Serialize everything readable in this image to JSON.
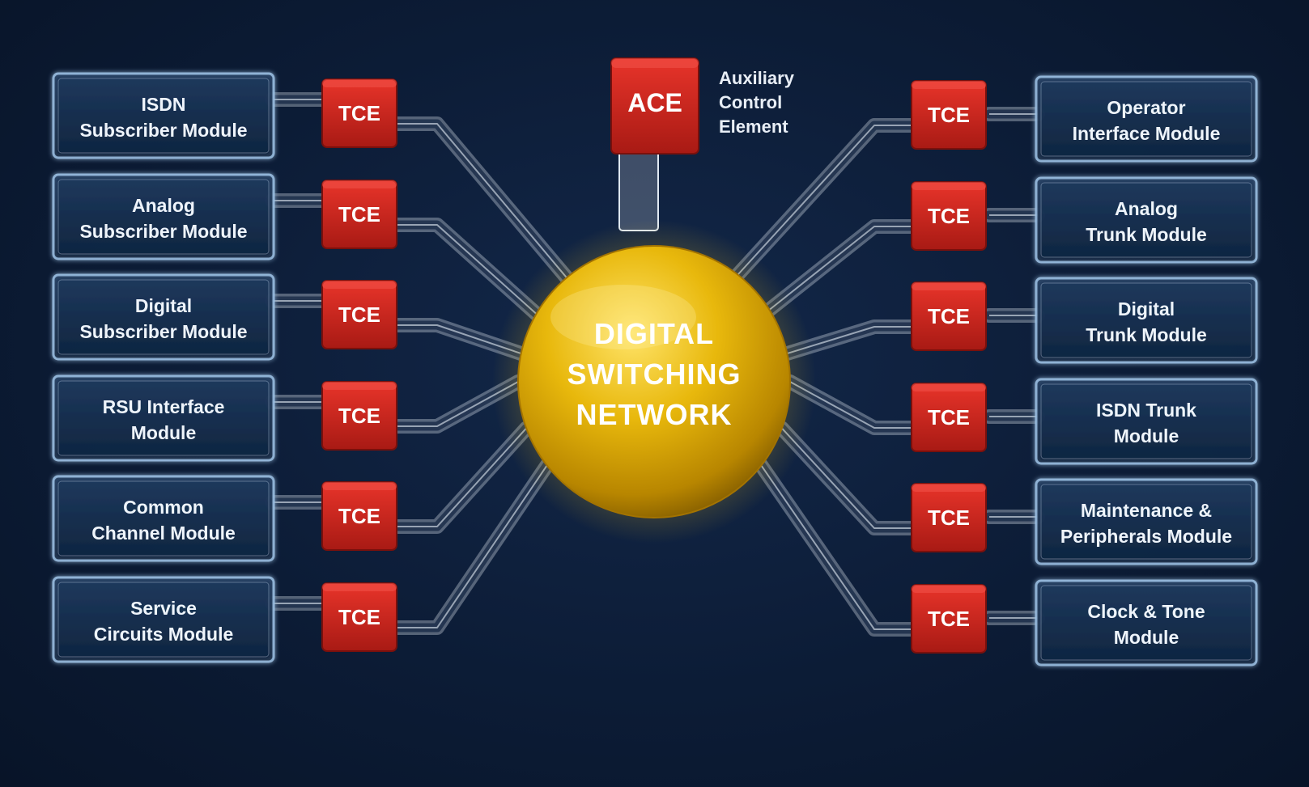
{
  "hub": {
    "lines": [
      "DIGITAL",
      "SWITCHING",
      "NETWORK"
    ]
  },
  "ace": {
    "label": "ACE",
    "description_lines": [
      "Auxiliary",
      "Control",
      "Element"
    ]
  },
  "tce_label": "TCE",
  "left_modules": [
    {
      "lines": [
        "ISDN",
        "Subscriber Module"
      ]
    },
    {
      "lines": [
        "Analog",
        "Subscriber Module"
      ]
    },
    {
      "lines": [
        "Digital",
        "Subscriber Module"
      ]
    },
    {
      "lines": [
        "RSU Interface",
        "Module"
      ]
    },
    {
      "lines": [
        "Common",
        "Channel Module"
      ]
    },
    {
      "lines": [
        "Service",
        "Circuits Module"
      ]
    }
  ],
  "right_modules": [
    {
      "lines": [
        "Operator",
        "Interface Module"
      ]
    },
    {
      "lines": [
        "Analog",
        "Trunk Module"
      ]
    },
    {
      "lines": [
        "Digital",
        "Trunk Module"
      ]
    },
    {
      "lines": [
        "ISDN Trunk",
        "Module"
      ]
    },
    {
      "lines": [
        "Maintenance &",
        "Peripherals Module"
      ]
    },
    {
      "lines": [
        "Clock & Tone",
        "Module"
      ]
    }
  ],
  "colors": {
    "background": "#0c1c36",
    "module_border": "#9fc3e6",
    "tce_red": "#d42a22",
    "hub_gold": "#e8b80c",
    "pipe": "#cfd9e4"
  }
}
